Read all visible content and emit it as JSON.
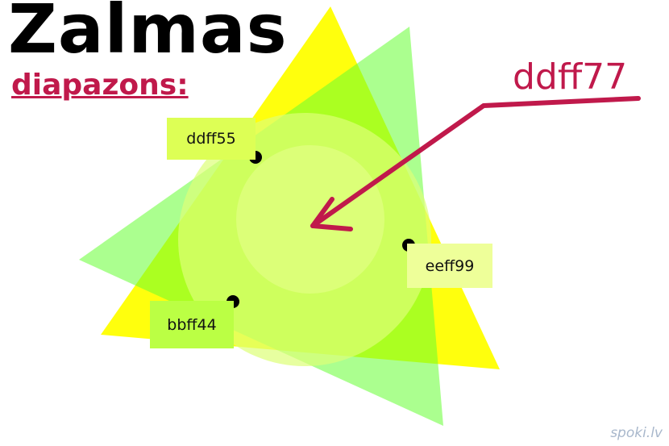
{
  "title": "Zalmas",
  "subtitle": "diapazons:",
  "arrow_label": "ddff77",
  "labels": {
    "top_left": "ddff55",
    "right": "eeff99",
    "bottom_left": "bbff44"
  },
  "watermark": "spoki.lv",
  "colors": {
    "yellow_triangle": "#ffff00",
    "green_triangle": "#66ff33",
    "circle": "#ddff77",
    "inner_circle": "#eeff99",
    "box_ddff55": "#ddff55",
    "box_eeff99": "#eeff99",
    "box_bbff44": "#bbff44",
    "accent": "#c0194b",
    "dot": "#000000"
  }
}
